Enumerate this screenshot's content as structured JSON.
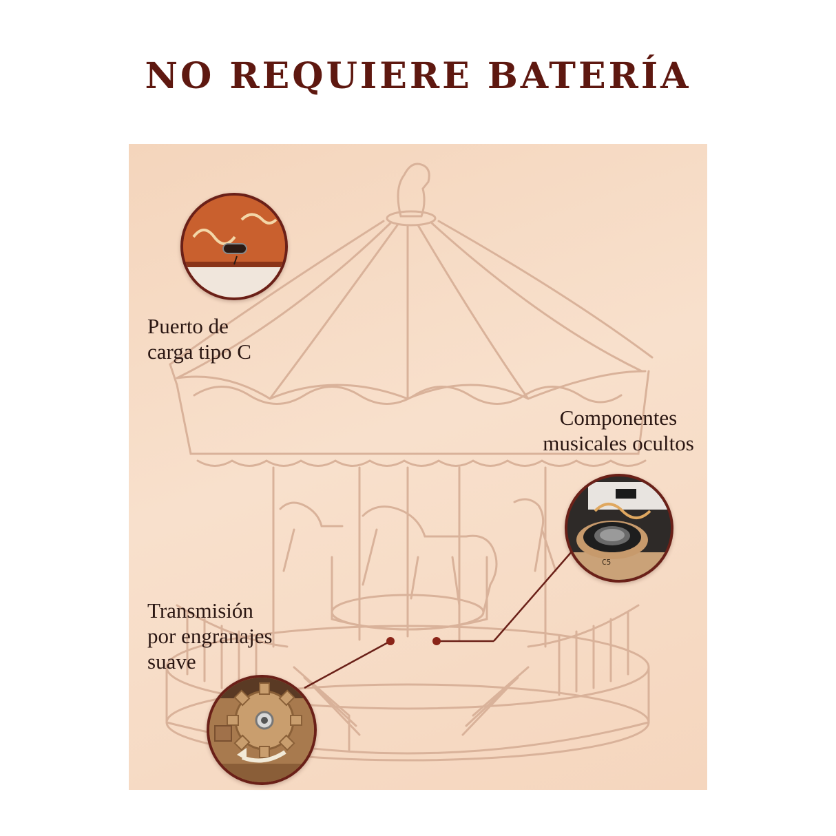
{
  "headline": "NO REQUIERE BATERÍA",
  "callouts": [
    {
      "id": "usb",
      "line1": "Puerto de",
      "line2": "carga tipo C",
      "icon": "usb-c-port-closeup"
    },
    {
      "id": "music",
      "line1": "Componentes",
      "line2": "musicales ocultos",
      "icon": "music-module-closeup"
    },
    {
      "id": "gears",
      "line1": "Transmisión",
      "line2": "por engranajes",
      "line3": "suave",
      "icon": "gear-closeup"
    }
  ],
  "music_module_label": "C5",
  "colors": {
    "headline": "#5e1810",
    "panel_bg": "#f6dac4",
    "outline": "#d9b29a",
    "bubble_border": "#6a2018",
    "leader_line": "#6a2018"
  }
}
